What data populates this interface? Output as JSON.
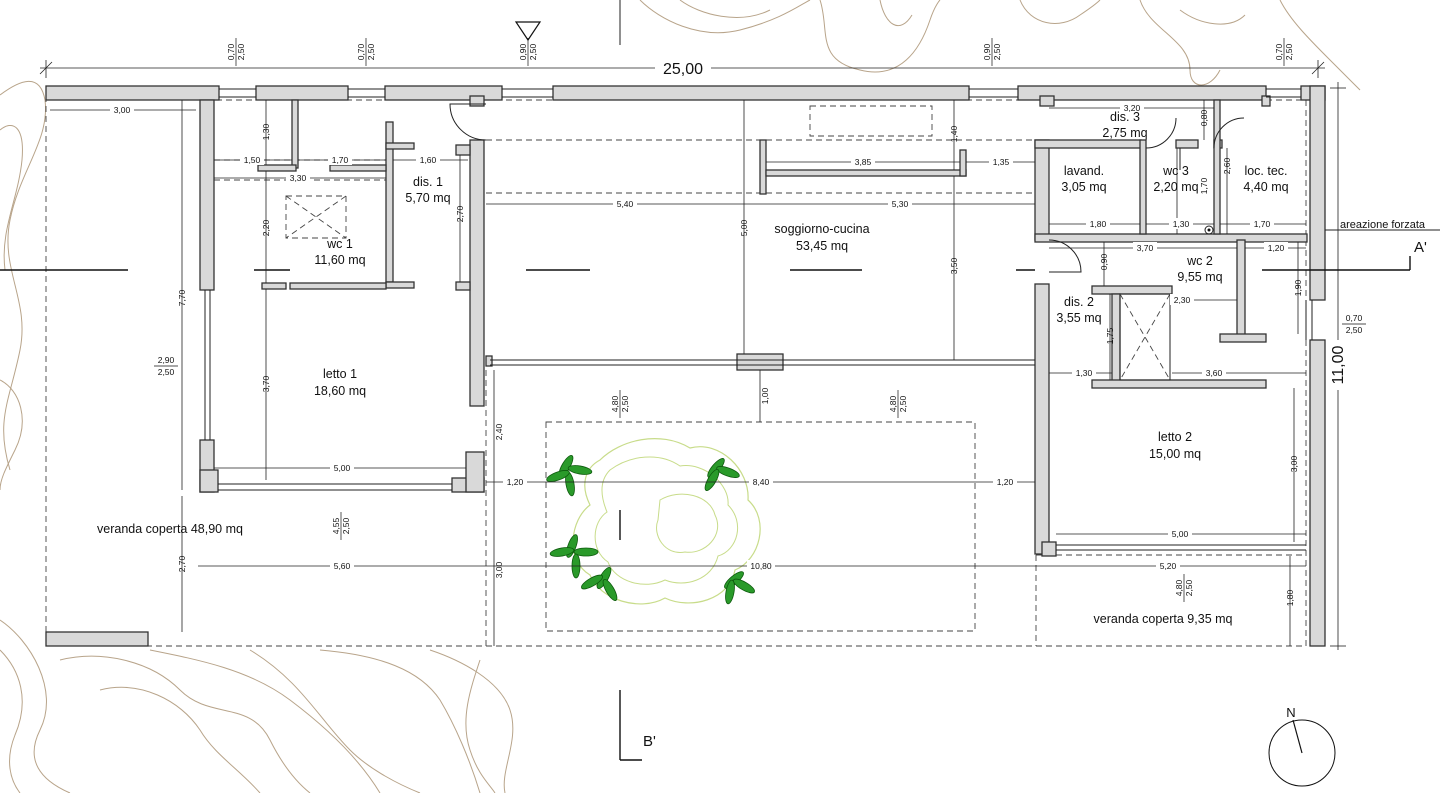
{
  "overall": {
    "length": "25,00",
    "width": "11,00"
  },
  "rooms": {
    "letto1": {
      "name": "letto 1",
      "area": "18,60 mq"
    },
    "wc1": {
      "name": "wc 1",
      "area": "11,60 mq"
    },
    "dis1": {
      "name": "dis. 1",
      "area": "5,70 mq"
    },
    "soggiorno": {
      "name": "soggiorno-cucina",
      "area": "53,45 mq"
    },
    "dis3": {
      "name": "dis. 3",
      "area": "2,75 mq"
    },
    "lavand": {
      "name": "lavand.",
      "area": "3,05 mq"
    },
    "wc3": {
      "name": "wc 3",
      "area": "2,20 mq"
    },
    "loctec": {
      "name": "loc. tec.",
      "area": "4,40 mq"
    },
    "wc2": {
      "name": "wc 2",
      "area": "9,55 mq"
    },
    "dis2": {
      "name": "dis. 2",
      "area": "3,55 mq"
    },
    "letto2": {
      "name": "letto 2",
      "area": "15,00 mq"
    },
    "veranda1": {
      "name": "veranda coperta 48,90 mq"
    },
    "veranda2": {
      "name": "veranda coperta 9,35 mq"
    }
  },
  "annotations": {
    "areazione": "areazione forzata",
    "section_a": "A'",
    "section_b": "B'",
    "north": "N"
  },
  "openings": {
    "o1": {
      "w": "0,70",
      "h": "2,50"
    },
    "o2": {
      "w": "0,70",
      "h": "2,50"
    },
    "o3": {
      "w": "0,90",
      "h": "2,50"
    },
    "o4": {
      "w": "0,90",
      "h": "2,50"
    },
    "o5": {
      "w": "0,70",
      "h": "2,50"
    },
    "o6": {
      "w": "2,90",
      "h": "2,50"
    },
    "o7": {
      "w": "4,80",
      "h": "2,50"
    },
    "o8": {
      "w": "4,80",
      "h": "2,50"
    },
    "o9": {
      "w": "4,55",
      "h": "2,50"
    },
    "o10": {
      "w": "0,70",
      "h": "2,50"
    },
    "o11": {
      "w": "4,80",
      "h": "2,50"
    }
  },
  "dimensions": {
    "d300a": "3,00",
    "d130a": "1,30",
    "d150": "1,50",
    "d170a": "1,70",
    "d160": "1,60",
    "d330": "3,30",
    "d220": "2,20",
    "d270a": "2,70",
    "d770": "7,70",
    "d370a": "3,70",
    "d500a": "5,00",
    "d540": "5,40",
    "d500b": "5,00",
    "d530": "5,30",
    "d385": "3,85",
    "d140": "1,40",
    "d135": "1,35",
    "d350": "3,50",
    "d100": "1,00",
    "d240": "2,40",
    "d120a": "1,20",
    "d840": "8,40",
    "d120b": "1,20",
    "d560": "5,60",
    "d1080": "10,80",
    "d270b": "2,70",
    "d300b": "3,00",
    "d320": "3,20",
    "d080": "0,80",
    "d260": "2,60",
    "d180a": "1,80",
    "d130b": "1,30",
    "d170b": "1,70",
    "d170c": "1,70",
    "d370b": "3,70",
    "d120c": "1,20",
    "d090": "0,90",
    "d230": "2,30",
    "d190": "1,90",
    "d175": "1,75",
    "d130c": "1,30",
    "d360": "3,60",
    "d300c": "3,00",
    "d500c": "5,00",
    "d520": "5,20",
    "d180b": "1,80"
  }
}
